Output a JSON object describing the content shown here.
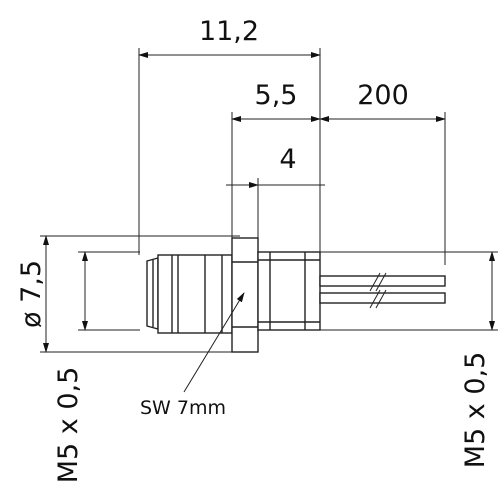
{
  "dimensions": {
    "overall_length": "11,2",
    "flange_to_end": "5,5",
    "cable_length": "200",
    "thread_length": "4",
    "diameter": "ø 7,5",
    "thread_left": "M5 x 0,5",
    "thread_right": "M5 x 0,5"
  },
  "labels": {
    "wrench_size": "SW 7mm"
  }
}
